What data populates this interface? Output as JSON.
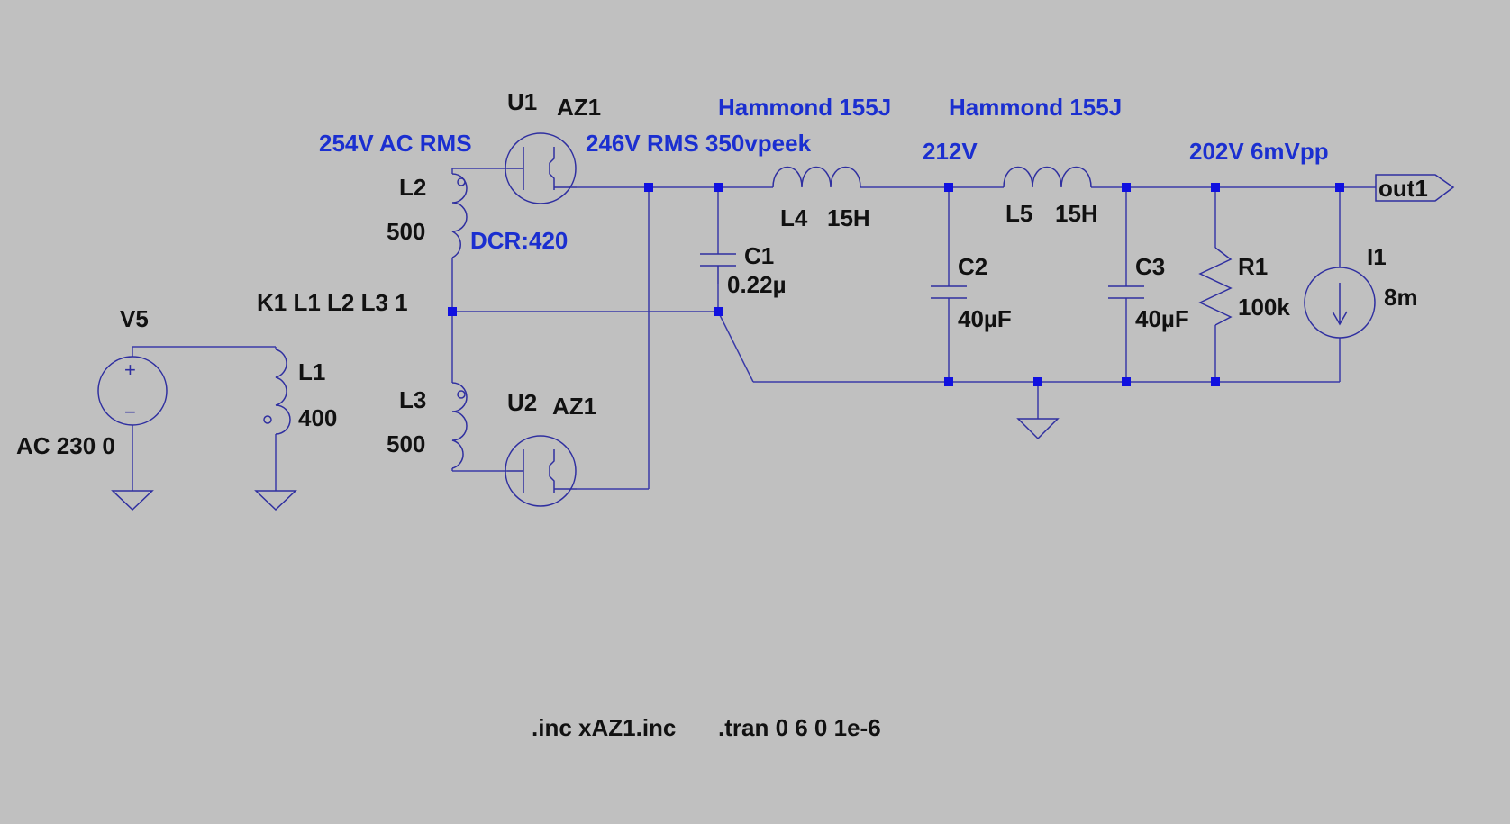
{
  "colors": {
    "background": "#c0c0c0",
    "wire": "#3a3aa8",
    "junction": "#1010e0",
    "annotation": "#1b2fd0",
    "label": "#111111"
  },
  "components": {
    "u1": {
      "name": "U1",
      "value": "AZ1"
    },
    "u2": {
      "name": "U2",
      "value": "AZ1"
    },
    "l1": {
      "name": "L1",
      "value": "400"
    },
    "l2": {
      "name": "L2",
      "value": "500"
    },
    "l3": {
      "name": "L3",
      "value": "500"
    },
    "l4": {
      "name": "L4",
      "value": "15H"
    },
    "l5": {
      "name": "L5",
      "value": "15H"
    },
    "c1": {
      "name": "C1",
      "value": "0.22µ"
    },
    "c2": {
      "name": "C2",
      "value": "40µF"
    },
    "c3": {
      "name": "C3",
      "value": "40µF"
    },
    "r1": {
      "name": "R1",
      "value": "100k"
    },
    "i1": {
      "name": "I1",
      "value": "8m"
    },
    "v5": {
      "name": "V5",
      "value": "AC 230 0"
    },
    "k1": {
      "statement": "K1 L1 L2 L3 1"
    },
    "out1": {
      "label": "out1"
    }
  },
  "annotations": {
    "ac_rms": "254V AC RMS",
    "dcr": "DCR:420",
    "rms_peak": "246V RMS 350vpeek",
    "hammond_1": "Hammond 155J",
    "hammond_2": "Hammond 155J",
    "v212": "212V",
    "v202": "202V 6mVpp"
  },
  "directives": {
    "include": ".inc xAZ1.inc",
    "tran": ".tran 0 6 0 1e-6"
  },
  "symbols": {
    "plus": "+",
    "minus": "−"
  }
}
